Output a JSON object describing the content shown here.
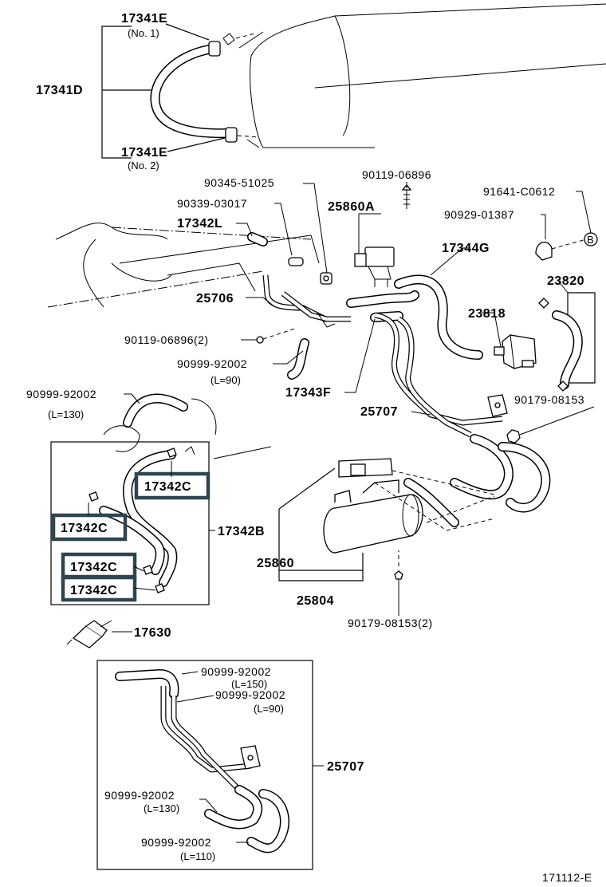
{
  "figure_id": "171112-E",
  "labels": {
    "p17341E_1": "17341E",
    "p17341E_1_note": "(No. 1)",
    "p17341D": "17341D",
    "p17341E_2": "17341E",
    "p17341E_2_note": "(No. 2)",
    "p90345": "90345-51025",
    "p90119_top": "90119-06896",
    "p90339": "90339-03017",
    "p25860A": "25860A",
    "p91641": "91641-C0612",
    "p90929": "90929-01387",
    "p17342L": "17342L",
    "ref_B": "B",
    "p17344G": "17344G",
    "p23820": "23820",
    "p25706": "25706",
    "p23818": "23818",
    "p90119_2": "90119-06896(2)",
    "p90999_90": "90999-92002",
    "p90999_90_note": "(L=90)",
    "p17343F": "17343F",
    "p90179_right": "90179-08153",
    "p90999_130": "90999-92002",
    "p90999_130_note": "(L=130)",
    "p25707_mid": "25707",
    "c17342C_1": "17342C",
    "c17342C_2": "17342C",
    "c17342C_3": "17342C",
    "c17342C_4": "17342C",
    "p17342B": "17342B",
    "p25860": "25860",
    "p25804": "25804",
    "p90179_2": "90179-08153(2)",
    "p17630": "17630",
    "d_90999_150": "90999-92002",
    "d_90999_150_note": "(L=150)",
    "d_90999_90": "90999-92002",
    "d_90999_90_note": "(L=90)",
    "p25707_detail": "25707",
    "d_90999_130": "90999-92002",
    "d_90999_130_note": "(L=130)",
    "d_90999_110": "90999-92002",
    "d_90999_110_note": "(L=110)"
  },
  "colors": {
    "highlight": "#2f4550",
    "ink": "#000000",
    "paper": "#ffffff"
  }
}
